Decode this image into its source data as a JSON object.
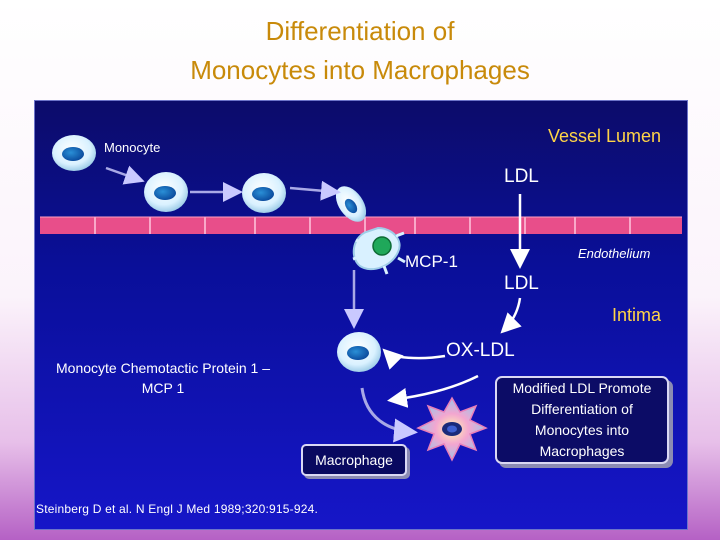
{
  "title": {
    "line1": "Differentiation of",
    "line2": "Monocytes into Macrophages"
  },
  "labels": {
    "vessel_lumen": "Vessel Lumen",
    "monocyte": "Monocyte",
    "ldl_top": "LDL",
    "mcp1": "MCP-1",
    "endothelium": "Endothelium",
    "ldl_mid": "LDL",
    "intima": "Intima",
    "ox_ldl": "OX-LDL",
    "mcp_description": "Monocyte Chemotactic Protein 1 – MCP 1",
    "modified_ldl_box": "Modified LDL Promote Differentiation of Monocytes into Macrophages",
    "macrophage_box": "Macrophage"
  },
  "citation": "Steinberg D et al. N Engl J Med 1989;320:915-924.",
  "colors": {
    "title": "#c88a0a",
    "yellow_labels": "#ffd447",
    "endothelium_band": "#e84e8a",
    "monocyte_fill": "#d9f1ff",
    "mcp1_dot": "#1fa85a"
  }
}
